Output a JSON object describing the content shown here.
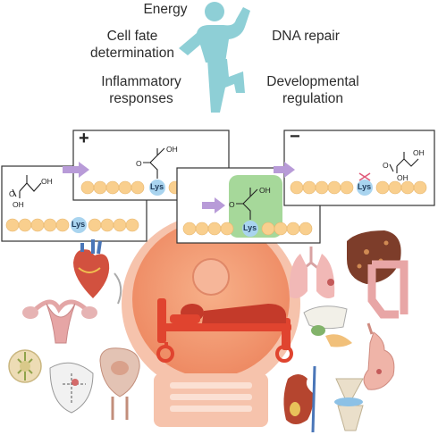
{
  "top_labels": {
    "energy": "Energy",
    "cell_fate": "Cell fate\ndetermination",
    "inflammatory": "Inflammatory\nresponses",
    "dna_repair": "DNA repair",
    "developmental": "Developmental\nregulation"
  },
  "boxes": {
    "plus_sign": "+",
    "minus_sign": "−"
  },
  "chemistry": {
    "oh": "OH",
    "o": "O",
    "lys": "Lys"
  },
  "colors": {
    "figure": "#8ecfd6",
    "bead": "#f9cf8e",
    "bead_stroke": "#e6b56c",
    "lys": "#a9d4ef",
    "arrow": "#b89bd8",
    "green_highlight": "#a6d89a",
    "machine": "#f6c3ac",
    "machine_core": "#f09672",
    "bed": "#e0442f",
    "box_border": "#333333"
  },
  "icons": [
    "human-figure-icon",
    "heart-icon",
    "uterus-icon",
    "kidney-cross-section-icon",
    "eye-icon",
    "bladder-icon",
    "liver-icon",
    "lungs-icon",
    "colon-icon",
    "pancreas-liver-icon",
    "stomach-icon",
    "kidney-icon",
    "knee-joint-icon",
    "pet-scanner-icon",
    "hospital-bed-patient-icon"
  ]
}
